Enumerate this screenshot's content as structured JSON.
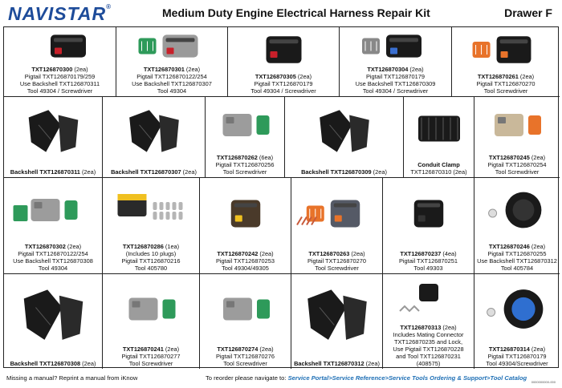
{
  "header": {
    "logo": "NAVISTAR",
    "logo_mark": "®",
    "title": "Medium Duty Engine Electrical Harness Repair Kit",
    "drawer": "Drawer F"
  },
  "cells": [
    {
      "part": "TXT126870300",
      "qty": "(2ea)",
      "lines": [
        "Pigtail TXT126870179/259",
        "Use Backshell TXT126870311",
        "Tool 49304 / Screwdriver"
      ]
    },
    {
      "part": "TXT126870301",
      "qty": "(2ea)",
      "lines": [
        "Pigtail TXT126870122/254",
        "Use Backshell TXT126870307",
        "Tool 49304"
      ]
    },
    {
      "part": "TXT126870305",
      "qty": "(2ea)",
      "lines": [
        "Pigtail TXT126870179",
        "Tool 49304 / Screwdriver"
      ]
    },
    {
      "part": "TXT126870304",
      "qty": "(2ea)",
      "lines": [
        "Pigtail TXT126870179",
        "Use Backshell TXT126870309",
        "Tool 49304 / Screwdriver"
      ]
    },
    {
      "part": "TXT126870261",
      "qty": "(2ea)",
      "lines": [
        "Pigtail TXT126870270",
        "Tool Screwdriver"
      ]
    },
    {
      "part": "Backshell TXT126870311",
      "qty": "(2ea)",
      "lines": []
    },
    {
      "part": "Backshell TXT126870307",
      "qty": "(2ea)",
      "lines": []
    },
    {
      "part": "TXT126870262",
      "qty": "(6ea)",
      "lines": [
        "Pigtail TXT126870256",
        "Tool Screwdriver"
      ]
    },
    {
      "part": "Backshell TXT126870309",
      "qty": "(2ea)",
      "lines": []
    },
    {
      "part": "Conduit Clamp",
      "qty": "",
      "lines": [
        "TXT126870310 (2ea)"
      ]
    },
    {
      "part": "TXT126870245",
      "qty": "(2ea)",
      "lines": [
        "Pigtail TXT126870254",
        "Tool Screwdriver"
      ]
    },
    {
      "part": "TXT126870302",
      "qty": "(2ea)",
      "lines": [
        "Pigtail TXT126870122/254",
        "Use Backshell TXT126870308",
        "Tool 49304"
      ]
    },
    {
      "part": "TXT126870286",
      "qty": "(1ea)",
      "lines": [
        "(Includes 10 plugs)",
        "Pigtail TXT126870216",
        "Tool 405780"
      ]
    },
    {
      "part": "TXT126870242",
      "qty": "(2ea)",
      "lines": [
        "Pigtail TXT126870253",
        "Tool 49304/49305"
      ]
    },
    {
      "part": "TXT126870263",
      "qty": "(2ea)",
      "lines": [
        "Pigtail TXT126870270",
        "Tool Screwdriver"
      ]
    },
    {
      "part": "TXT126870237",
      "qty": "(4ea)",
      "lines": [
        "Pigtail TXT126870251",
        "Tool 49303"
      ]
    },
    {
      "part": "TXT126870246",
      "qty": "(2ea)",
      "lines": [
        "Pigtail TXT126870255",
        "Use Backshell TXT126870312",
        "Tool 405784"
      ]
    },
    {
      "part": "Backshell TXT126870308",
      "qty": "(2ea)",
      "lines": []
    },
    {
      "part": "TXT126870241",
      "qty": "(2ea)",
      "lines": [
        "Pigtail TXT126870277",
        "Tool Screwdriver"
      ]
    },
    {
      "part": "TXT126870274",
      "qty": "(2ea)",
      "lines": [
        "Pigtail TXT126870276",
        "Tool Screwdriver"
      ]
    },
    {
      "part": "Backshell TXT126870312",
      "qty": "(2ea)",
      "lines": []
    },
    {
      "part": "TXT126870313",
      "qty": "(2ea)",
      "lines": [
        "Includes Mating Connector",
        "TXT126870235 and Lock,",
        "Use Pigtail TXT126870228",
        "and Tool TXT126870231",
        "(408575)"
      ]
    },
    {
      "part": "TXT126870314",
      "qty": "(2ea)",
      "lines": [
        "Pigtail TXT126870179",
        "Tool 49304/Screwdriver"
      ]
    }
  ],
  "footer": {
    "missing": "Missing a manual? Reprint a manual from iKnow",
    "reorder": "To reorder please navigate to:",
    "link": "Service Portal>Service Reference>Service Tools Ordering & Support>Tool Catalog",
    "code": "0000000000-000"
  },
  "colors": {
    "brand_blue": "#1e4c9a",
    "link_blue": "#1e6fb5",
    "connector_black": "#1a1a1a",
    "seal_red": "#c8202a",
    "seal_green": "#2e9a5a",
    "seal_orange": "#e8732a",
    "plug_gray": "#b5b5b5",
    "clip_yellow": "#f0c020"
  }
}
